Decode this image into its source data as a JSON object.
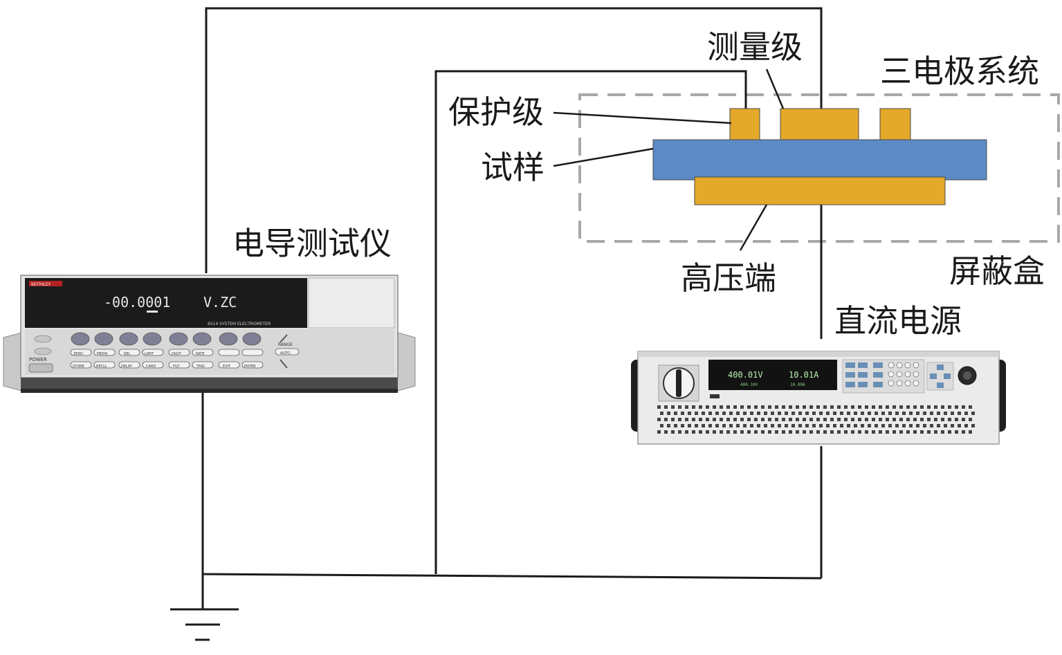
{
  "labels": {
    "measure_electrode": "测量级",
    "three_electrode_system": "三电极系统",
    "guard_electrode": "保护级",
    "sample": "试样",
    "conductance_meter": "电导测试仪",
    "high_voltage_end": "高压端",
    "shield_box": "屏蔽盒",
    "dc_power_supply": "直流电源"
  },
  "electrometer": {
    "brand": "KEITHLEY",
    "reading": "-00.0001",
    "unit": "V.ZC",
    "model": "6514 SYSTEM ELECTROMETER",
    "power_label": "POWER",
    "range_label": "RANGE",
    "auto_label": "AUTO",
    "key_labels_row1": [
      "ZERO",
      "MEDN",
      "REL",
      "LIMIT",
      "DIGIT",
      "RATE"
    ],
    "key_labels_row2": [
      "STORE",
      "RECLL",
      "DELAY",
      "CARD",
      "FILT",
      "TRIG",
      "EXIT",
      "ENTER"
    ]
  },
  "power_supply": {
    "voltage_reading": "400.01V",
    "current_reading": "10.01A",
    "sub_reading_left": "400.10V",
    "sub_reading_right": "10.00A"
  },
  "colors": {
    "electrode": "#E4A82A",
    "sample": "#5B8AC4",
    "shield": "#A8A8A8",
    "wire": "#1A1A1A"
  }
}
